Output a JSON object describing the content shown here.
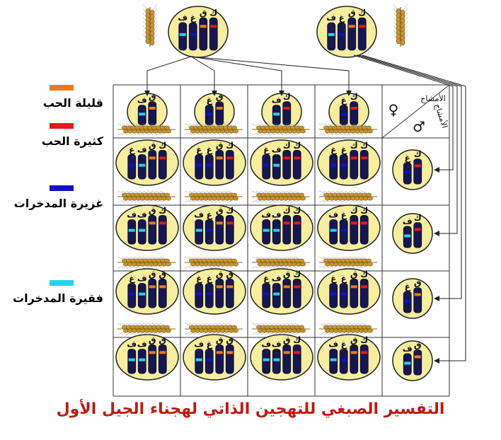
{
  "caption": "التفسير الصبغي للتهجين الذاتي لهجناء الجيل الأول",
  "legend": [
    {
      "label": "قليلة الحب",
      "color": "#f07a1a"
    },
    {
      "label": "كثيرة الحب",
      "color": "#e81818"
    },
    {
      "label": "غزيرة المدخرات",
      "color": "#1010cc"
    },
    {
      "label": "فقيرة المدخرات",
      "color": "#2ad0ee"
    }
  ],
  "header_cell": {
    "female_label": "الأمشاج",
    "male_label": "الأمشاج",
    "female_symbol": "♀",
    "male_symbol": "♂"
  },
  "colors": {
    "cell_fill": "#f7ee9e",
    "chromosome": "#161652",
    "line": "#333333",
    "wheat": "#c9962e"
  },
  "parents": [
    {
      "letters": [
        "ف",
        "غ",
        "ق",
        "ك"
      ]
    },
    {
      "letters": [
        "ف",
        "غ",
        "ق",
        "ك"
      ]
    }
  ],
  "gametes_top": [
    {
      "letters": [
        "ف",
        "ق"
      ]
    },
    {
      "letters": [
        "غ",
        "ق"
      ]
    },
    {
      "letters": [
        "ف",
        "ك"
      ]
    },
    {
      "letters": [
        "غ",
        "ك"
      ]
    }
  ],
  "gametes_side": [
    {
      "letters": [
        "غ",
        "ك"
      ]
    },
    {
      "letters": [
        "ف",
        "ك"
      ]
    },
    {
      "letters": [
        "غ",
        "ق"
      ]
    },
    {
      "letters": [
        "ف",
        "ق"
      ]
    }
  ],
  "offspring": [
    [
      {
        "letters": [
          "غ",
          "ف",
          "ق",
          "ك"
        ]
      },
      {
        "letters": [
          "غ",
          "غ",
          "ق",
          "ك"
        ]
      },
      {
        "letters": [
          "غ",
          "ف",
          "ك",
          "ك"
        ]
      },
      {
        "letters": [
          "غ",
          "غ",
          "ك",
          "ك"
        ]
      }
    ],
    [
      {
        "letters": [
          "ف",
          "ف",
          "ق",
          "ك"
        ]
      },
      {
        "letters": [
          "ف",
          "غ",
          "ق",
          "ك"
        ]
      },
      {
        "letters": [
          "ف",
          "ف",
          "ك",
          "ك"
        ]
      },
      {
        "letters": [
          "ف",
          "غ",
          "ك",
          "ك"
        ]
      }
    ],
    [
      {
        "letters": [
          "غ",
          "ف",
          "ق",
          "ق"
        ]
      },
      {
        "letters": [
          "غ",
          "غ",
          "ق",
          "ق"
        ]
      },
      {
        "letters": [
          "غ",
          "ف",
          "ق",
          "ك"
        ]
      },
      {
        "letters": [
          "غ",
          "غ",
          "ق",
          "ك"
        ]
      }
    ],
    [
      {
        "letters": [
          "ف",
          "ف",
          "ق",
          "ق"
        ]
      },
      {
        "letters": [
          "ف",
          "غ",
          "ق",
          "ق"
        ]
      },
      {
        "letters": [
          "ف",
          "ف",
          "ق",
          "ك"
        ]
      },
      {
        "letters": [
          "ف",
          "غ",
          "ق",
          "ك"
        ]
      }
    ]
  ]
}
